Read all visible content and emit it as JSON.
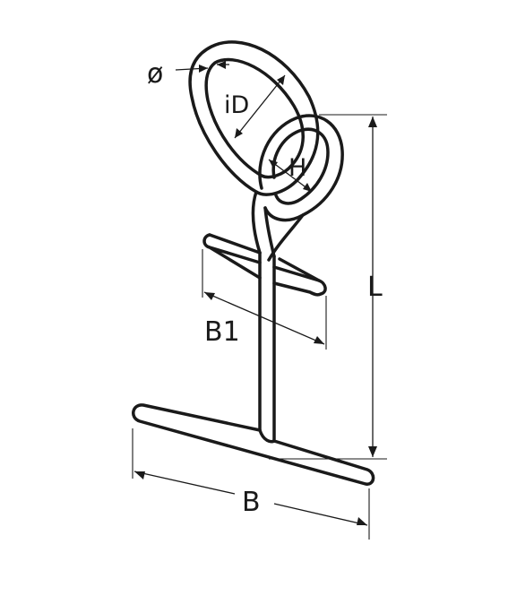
{
  "labels": {
    "diameter": "ø",
    "inner_diameter": "iD",
    "height": "H",
    "length": "L",
    "bar_width_top": "B1",
    "bar_width_bottom": "B"
  }
}
